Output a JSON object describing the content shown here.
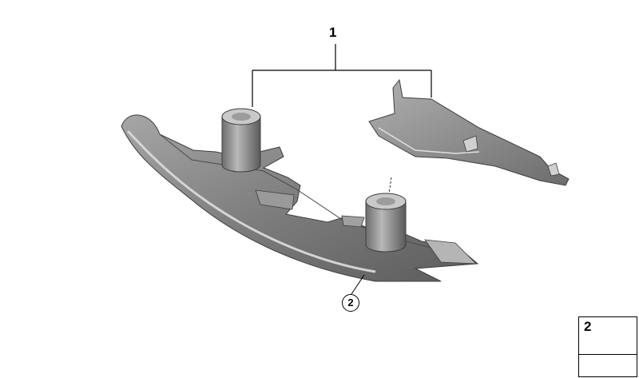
{
  "diagram": {
    "assembly_label": "1",
    "part_label": "2",
    "legend": {
      "part_number": "2",
      "part_icon": "screw-icon",
      "footer_icon": "cover-symbol-icon"
    },
    "colors": {
      "part_fill": "#8a8a8a",
      "part_dark": "#5f5f5f",
      "part_light": "#c9c9c9",
      "line": "#000000"
    }
  }
}
